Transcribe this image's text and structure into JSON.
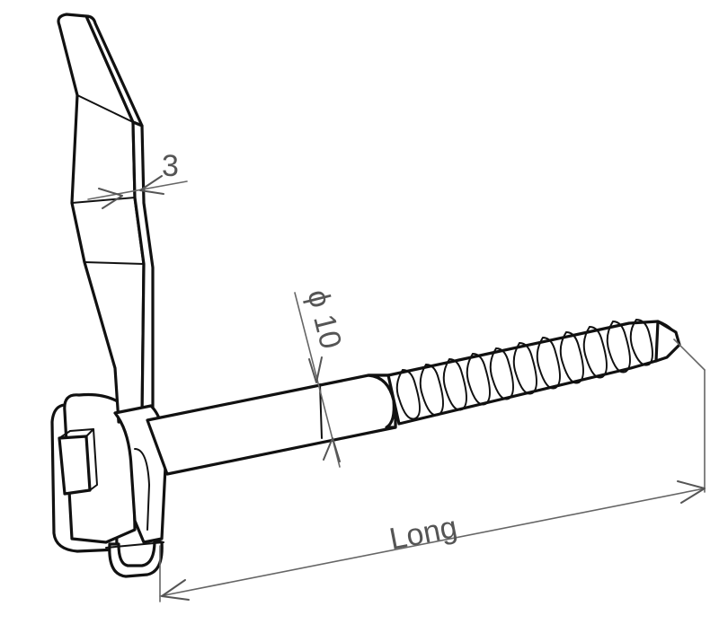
{
  "dimensions": {
    "thickness_label": "3",
    "diameter_label": "ϕ 10",
    "length_label": "Long"
  },
  "colors": {
    "outline": "#111111",
    "dimension": "#555555",
    "background": "#ffffff"
  }
}
